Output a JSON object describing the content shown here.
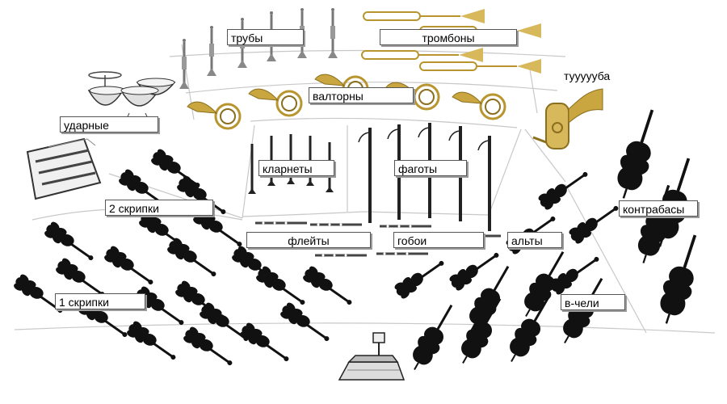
{
  "labels": {
    "trumpets": "трубы",
    "trombones": "тромбоны",
    "tuba": "туууууба",
    "horns": "валторны",
    "percussion": "ударные",
    "clarinets": "кларнеты",
    "bassoons": "фаготы",
    "violins2": "2 скрипки",
    "flutes": "флейты",
    "oboes": "гобои",
    "violas": "альты",
    "doublebasses": "контрабасы",
    "violins1": "1 скрипки",
    "cellos": "в-чели"
  },
  "icons": {
    "brass": "brass-instrument-icon",
    "strings": "string-instrument-icon",
    "woodwinds": "woodwind-instrument-icon",
    "percussion": "drum-icon",
    "conductor": "podium-icon"
  },
  "colors": {
    "brass": "#b8952e",
    "strings": "#111111",
    "woodwind": "#222222",
    "divider": "#c8c8c8",
    "label_border": "#555555"
  }
}
